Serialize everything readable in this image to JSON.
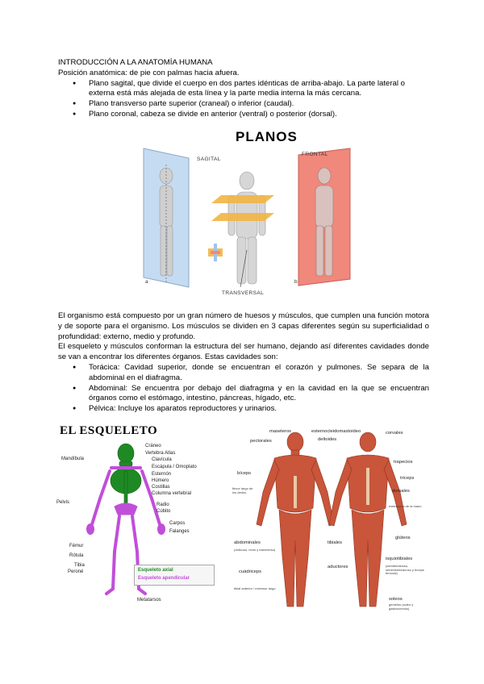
{
  "intro": {
    "heading": "INTRODUCCIÓN A LA ANATOMÍA HUMANA",
    "posicion": "Posición anatómica: de pie con palmas hacia afuera.",
    "bullets": [
      "Plano sagital, que divide el cuerpo en dos partes idénticas de arriba-abajo. La parte lateral o externa está más alejada de esta línea y la parte media interna la más cercana.",
      "Plano transverso parte superior (craneal) o inferior (caudal).",
      "Plano coronal, cabeza se divide en anterior (ventral) o posterior (dorsal)."
    ]
  },
  "planos_figure": {
    "title": "PLANOS",
    "labels": {
      "sagital": "SAGITAL",
      "frontal": "FRONTAL",
      "transversal": "TRANSVERSAL",
      "a": "a",
      "b": "b"
    },
    "colors": {
      "sagital": "#c5dbf1",
      "transversal": "#f2b544",
      "frontal": "#f0887c"
    }
  },
  "body_text": {
    "p1": "El organismo está compuesto por un gran número de huesos y músculos, que cumplen una función motora y de soporte para el organismo. Los músculos se dividen en 3 capas diferentes según su superficialidad o profundidad: externo, medio y profundo.",
    "p2": "El esqueleto y músculos conforman la estructura del ser humano, dejando así diferentes cavidades donde se van a encontrar los diferentes órganos. Estas cavidades son:",
    "bullets": [
      "Torácica: Cavidad superior, donde se encuentran el corazón y pulmones. Se separa de la abdominal en el diafragma.",
      "Abdominal: Se encuentra por debajo del diafragma y en la cavidad en la que se encuentran órganos como el estómago, intestino, páncreas, hígado, etc.",
      "Pélvica: Incluye los aparatos reproductores y urinarios."
    ]
  },
  "skeleton_figure": {
    "title": "EL ESQUELETO",
    "labels_right": [
      "Cráneo",
      "Vertebra Atlas",
      "Clavícula",
      "Escápula / Omoplato",
      "Esternón",
      "Húmero",
      "Costillas",
      "Columna vertebral",
      "Radio",
      "Cúbito",
      "Carpos",
      "Falanges",
      "Metatarsos"
    ],
    "labels_left": [
      "Mandíbula",
      "Pelvis",
      "Fémur",
      "Rótula",
      "Tibia",
      "Peroné"
    ],
    "legend": {
      "axial": "Esqueleto axial",
      "apendicular": "Esqueleto apendicular"
    },
    "colors": {
      "axial": "#1f8a24",
      "apendicular": "#c04fd8"
    }
  },
  "muscle_figure": {
    "labels": [
      "maseteros",
      "esternocleidomastoideo",
      "deltoides",
      "pectorales",
      "bíceps",
      "abdominales",
      "cuádriceps",
      "aductores",
      "tibiales",
      "corvales",
      "trapecios",
      "tríceps",
      "dorsales",
      "glúteos",
      "isquiotibiales",
      "soleos"
    ],
    "small_labels": [
      "flexor largo de los dedos",
      "(oblicuos, recto y transverso)",
      "tibial anterior / extensor largo",
      "extensores de la mano",
      "(semitendinoso, semimembranoso y bíceps femoral)",
      "gemelos (soleo y gastrocnemio)"
    ],
    "colors": {
      "muscle": "#c9553a",
      "tendon": "#e9c9a6"
    }
  }
}
